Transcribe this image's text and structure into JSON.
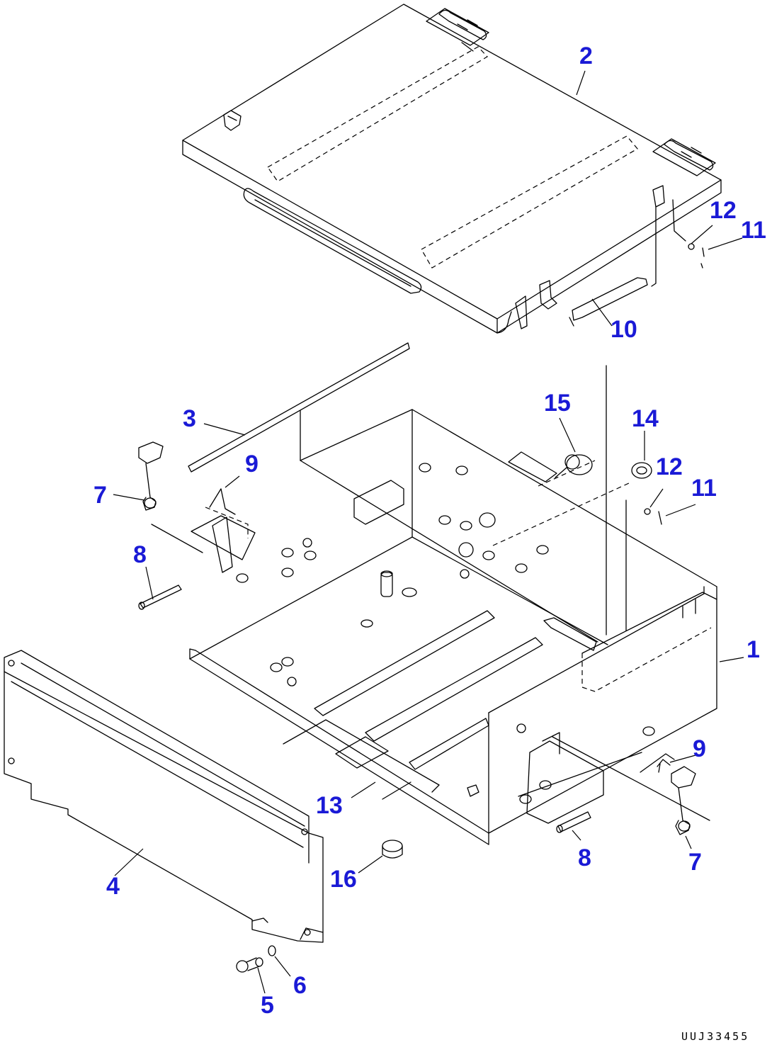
{
  "diagram": {
    "colors": {
      "line": "#000000",
      "callout": "#1a1ad6",
      "background": "#ffffff"
    },
    "callouts": {
      "c1": "1",
      "c2": "2",
      "c3": "3",
      "c4": "4",
      "c5": "5",
      "c6": "6",
      "c7a": "7",
      "c7b": "7",
      "c8a": "8",
      "c8b": "8",
      "c9a": "9",
      "c9b": "9",
      "c10": "10",
      "c11a": "11",
      "c11b": "11",
      "c12a": "12",
      "c12b": "12",
      "c13": "13",
      "c14": "14",
      "c15": "15",
      "c16": "16"
    },
    "drawing_code": "UUJ33455"
  }
}
